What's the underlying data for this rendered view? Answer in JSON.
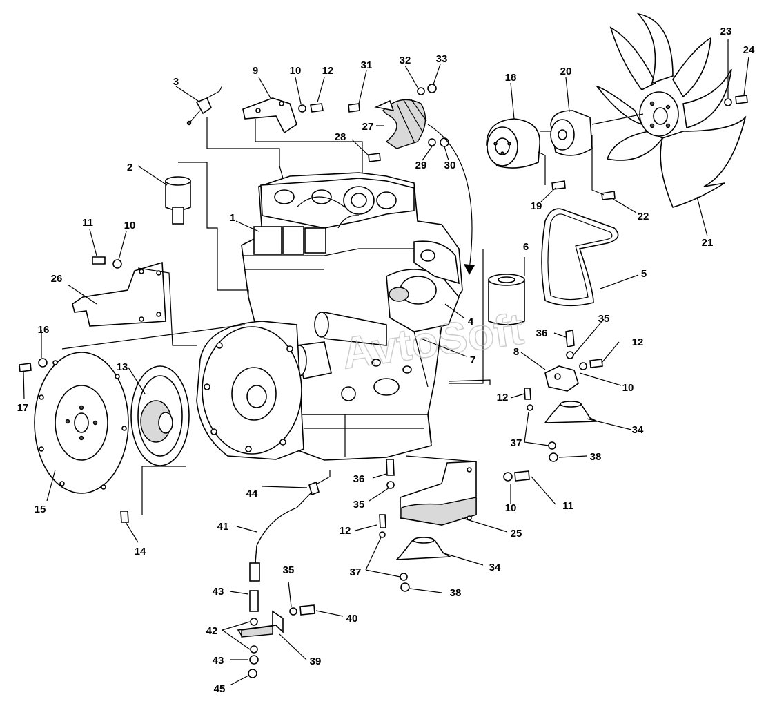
{
  "watermark": "AvtoSoft",
  "callouts": [
    {
      "id": "c1",
      "text": "1"
    },
    {
      "id": "c2",
      "text": "2"
    },
    {
      "id": "c3",
      "text": "3"
    },
    {
      "id": "c4",
      "text": "4"
    },
    {
      "id": "c5",
      "text": "5"
    },
    {
      "id": "c6",
      "text": "6"
    },
    {
      "id": "c7",
      "text": "7"
    },
    {
      "id": "c8",
      "text": "8"
    },
    {
      "id": "c9",
      "text": "9"
    },
    {
      "id": "c10a",
      "text": "10"
    },
    {
      "id": "c10b",
      "text": "10"
    },
    {
      "id": "c10c",
      "text": "10"
    },
    {
      "id": "c10d",
      "text": "10"
    },
    {
      "id": "c11a",
      "text": "11"
    },
    {
      "id": "c11b",
      "text": "11"
    },
    {
      "id": "c12a",
      "text": "12"
    },
    {
      "id": "c12b",
      "text": "12"
    },
    {
      "id": "c12c",
      "text": "12"
    },
    {
      "id": "c12d",
      "text": "12"
    },
    {
      "id": "c13",
      "text": "13"
    },
    {
      "id": "c14",
      "text": "14"
    },
    {
      "id": "c15",
      "text": "15"
    },
    {
      "id": "c16",
      "text": "16"
    },
    {
      "id": "c17",
      "text": "17"
    },
    {
      "id": "c18",
      "text": "18"
    },
    {
      "id": "c19",
      "text": "19"
    },
    {
      "id": "c20",
      "text": "20"
    },
    {
      "id": "c21",
      "text": "21"
    },
    {
      "id": "c22",
      "text": "22"
    },
    {
      "id": "c23",
      "text": "23"
    },
    {
      "id": "c24",
      "text": "24"
    },
    {
      "id": "c25",
      "text": "25"
    },
    {
      "id": "c26",
      "text": "26"
    },
    {
      "id": "c27",
      "text": "27"
    },
    {
      "id": "c28",
      "text": "28"
    },
    {
      "id": "c29",
      "text": "29"
    },
    {
      "id": "c30",
      "text": "30"
    },
    {
      "id": "c31",
      "text": "31"
    },
    {
      "id": "c32",
      "text": "32"
    },
    {
      "id": "c33",
      "text": "33"
    },
    {
      "id": "c34a",
      "text": "34"
    },
    {
      "id": "c34b",
      "text": "34"
    },
    {
      "id": "c35a",
      "text": "35"
    },
    {
      "id": "c35b",
      "text": "35"
    },
    {
      "id": "c35c",
      "text": "35"
    },
    {
      "id": "c36a",
      "text": "36"
    },
    {
      "id": "c36b",
      "text": "36"
    },
    {
      "id": "c37a",
      "text": "37"
    },
    {
      "id": "c37b",
      "text": "37"
    },
    {
      "id": "c38a",
      "text": "38"
    },
    {
      "id": "c38b",
      "text": "38"
    },
    {
      "id": "c39",
      "text": "39"
    },
    {
      "id": "c40",
      "text": "40"
    },
    {
      "id": "c41",
      "text": "41"
    },
    {
      "id": "c42",
      "text": "42"
    },
    {
      "id": "c43a",
      "text": "43"
    },
    {
      "id": "c43b",
      "text": "43"
    },
    {
      "id": "c44",
      "text": "44"
    },
    {
      "id": "c45",
      "text": "45"
    }
  ]
}
